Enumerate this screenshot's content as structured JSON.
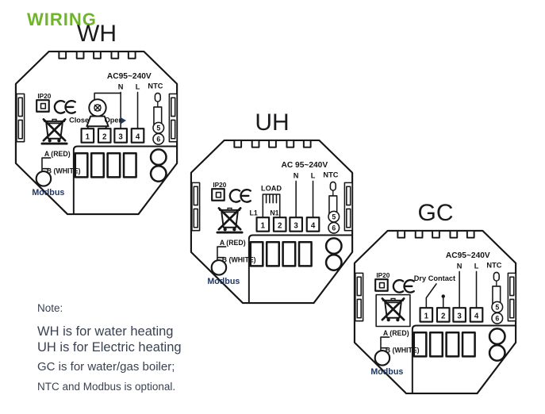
{
  "page": {
    "title": "WIRING"
  },
  "note": {
    "heading": "Note:",
    "lines": [
      "WH is for water heating",
      "UH is for Electric heating",
      "GC is for water/gas boiler;",
      "NTC and Modbus is optional."
    ]
  },
  "colors": {
    "accent_green": "#6fb52a",
    "diagram_ink": "#161616",
    "modbus_text": "#1f3864",
    "note_text": "#3a4150"
  },
  "devices": [
    {
      "id": "WH",
      "title": "WH",
      "variant": "valve",
      "power": "AC95~240V",
      "n_label": "N",
      "l_label": "L",
      "ntc_label": "NTC",
      "ip_rating": "IP20",
      "ce_mark": "CE",
      "terminals": [
        "1",
        "2",
        "3",
        "4"
      ],
      "sensor_terminals": [
        "5",
        "6"
      ],
      "labels": {
        "close": "Close",
        "open": "Open"
      },
      "modbus": {
        "a": "A (RED)",
        "b": "B (WHITE)",
        "label": "Modbus"
      }
    },
    {
      "id": "UH",
      "title": "UH",
      "variant": "heater",
      "power": "AC 95~240V",
      "n_label": "N",
      "l_label": "L",
      "ntc_label": "NTC",
      "ip_rating": "IP20",
      "ce_mark": "CE",
      "terminals": [
        "1",
        "2",
        "3",
        "4"
      ],
      "sensor_terminals": [
        "5",
        "6"
      ],
      "labels": {
        "load": "LOAD",
        "l1": "L1",
        "n1": "N1"
      },
      "modbus": {
        "a": "A (RED)",
        "b": "B (WHITE)",
        "label": "Modbus"
      }
    },
    {
      "id": "GC",
      "title": "GC",
      "variant": "dry-contact",
      "power": "AC95~240V",
      "n_label": "N",
      "l_label": "L",
      "ntc_label": "NTC",
      "ip_rating": "IP20",
      "ce_mark": "CE",
      "terminals": [
        "1",
        "2",
        "3",
        "4"
      ],
      "sensor_terminals": [
        "5",
        "6"
      ],
      "labels": {
        "dry_contact": "Dry Contact"
      },
      "modbus": {
        "a": "A (RED)",
        "b": "B (WHITE)",
        "label": "Modbus"
      }
    }
  ]
}
